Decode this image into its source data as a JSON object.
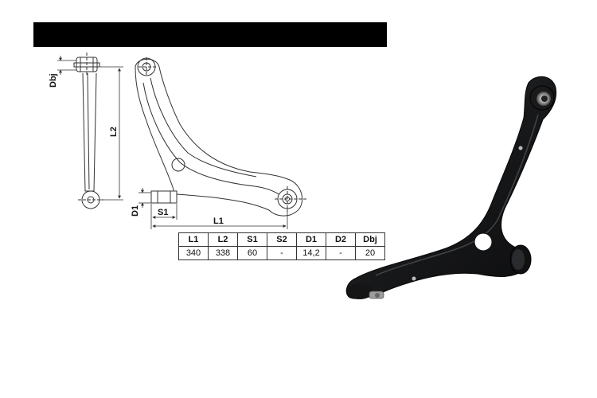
{
  "dimension_labels": {
    "dbj": "Dbj",
    "l2": "L2",
    "d1": "D1",
    "s1": "S1",
    "l1": "L1"
  },
  "spec_table": {
    "headers": [
      "L1",
      "L2",
      "S1",
      "S2",
      "D1",
      "D2",
      "Dbj"
    ],
    "values": [
      "340",
      "338",
      "60",
      "-",
      "14,2",
      "-",
      "20"
    ]
  },
  "colors": {
    "header_bar": "#000000",
    "line": "#333333",
    "arm_metal": "#1a1b1d"
  }
}
